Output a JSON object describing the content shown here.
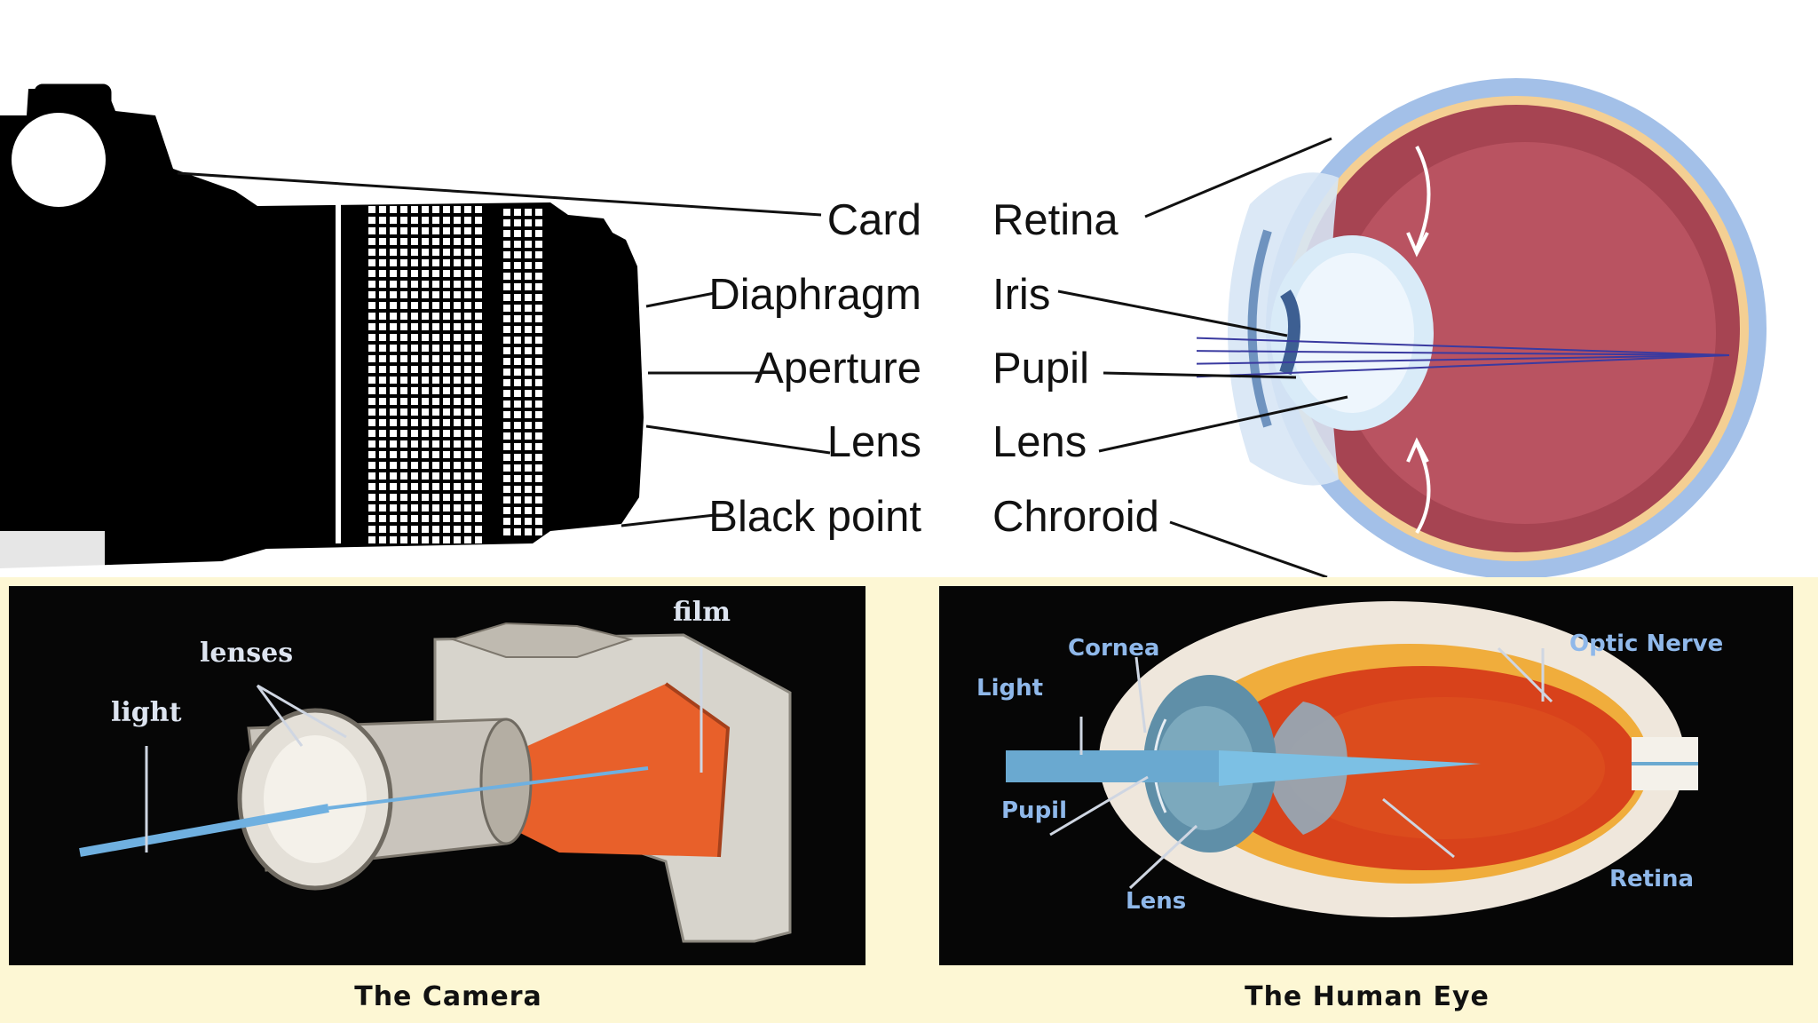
{
  "camera_labels": [
    "Card",
    "Diaphragm",
    "Aperture",
    "Lens",
    "Black point"
  ],
  "eye_labels": [
    "Retina",
    "Iris",
    "Pupil",
    "Lens",
    "Chroroid"
  ],
  "camera_panel": {
    "caption": "The Camera",
    "labels": {
      "film": "film",
      "lenses": "lenses",
      "light": "light"
    }
  },
  "eye_panel": {
    "caption": "The Human Eye",
    "labels": {
      "cornea": "Cornea",
      "optic_nerve": "Optic Nerve",
      "light": "Light",
      "pupil": "Pupil",
      "lens": "Lens",
      "retina": "Retina"
    }
  },
  "colors": {
    "panel_bg": "#060606",
    "caption_band": "#fdf7d4",
    "eye_wall": "#a64452",
    "sclera_blue": "#8fb0dc",
    "film_orange": "#e8602a"
  }
}
